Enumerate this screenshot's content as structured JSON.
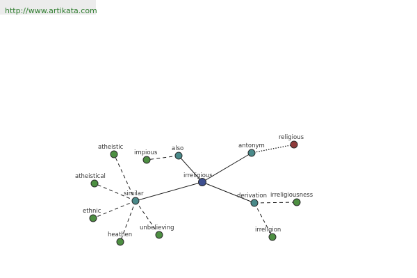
{
  "banner": {
    "text": "http://www.artikata.com"
  },
  "colors": {
    "center": "#3d4f8f",
    "relation": "#4a8a8a",
    "leaf": "#4d8f42",
    "antonym_leaf": "#8f3a3a",
    "banner_text": "#2f7d2f"
  },
  "graph": {
    "nodes": [
      {
        "id": "irreligious",
        "label": "irreligious",
        "kind": "center"
      },
      {
        "id": "also",
        "label": "also",
        "kind": "relation"
      },
      {
        "id": "antonym",
        "label": "antonym",
        "kind": "relation"
      },
      {
        "id": "similar",
        "label": "similar",
        "kind": "relation"
      },
      {
        "id": "derivation",
        "label": "derivation",
        "kind": "relation"
      },
      {
        "id": "impious",
        "label": "impious",
        "kind": "leaf"
      },
      {
        "id": "religious",
        "label": "religious",
        "kind": "antonym_leaf"
      },
      {
        "id": "atheistic",
        "label": "atheistic",
        "kind": "leaf"
      },
      {
        "id": "atheistical",
        "label": "atheistical",
        "kind": "leaf"
      },
      {
        "id": "ethnic",
        "label": "ethnic",
        "kind": "leaf"
      },
      {
        "id": "heathen",
        "label": "heathen",
        "kind": "leaf"
      },
      {
        "id": "unbelieving",
        "label": "unbelieving",
        "kind": "leaf"
      },
      {
        "id": "irreligiousness",
        "label": "irreligiousness",
        "kind": "leaf"
      },
      {
        "id": "irreligion",
        "label": "irreligion",
        "kind": "leaf"
      }
    ],
    "edges": [
      {
        "from": "irreligious",
        "to": "also",
        "style": "solid"
      },
      {
        "from": "irreligious",
        "to": "antonym",
        "style": "solid"
      },
      {
        "from": "irreligious",
        "to": "similar",
        "style": "solid"
      },
      {
        "from": "irreligious",
        "to": "derivation",
        "style": "solid"
      },
      {
        "from": "also",
        "to": "impious",
        "style": "dashed"
      },
      {
        "from": "antonym",
        "to": "religious",
        "style": "dotted"
      },
      {
        "from": "similar",
        "to": "atheistic",
        "style": "dashed"
      },
      {
        "from": "similar",
        "to": "atheistical",
        "style": "dashed"
      },
      {
        "from": "similar",
        "to": "ethnic",
        "style": "dashed"
      },
      {
        "from": "similar",
        "to": "heathen",
        "style": "dashed"
      },
      {
        "from": "similar",
        "to": "unbelieving",
        "style": "dashed"
      },
      {
        "from": "derivation",
        "to": "irreligiousness",
        "style": "dashed"
      },
      {
        "from": "derivation",
        "to": "irreligion",
        "style": "dashed"
      }
    ]
  }
}
